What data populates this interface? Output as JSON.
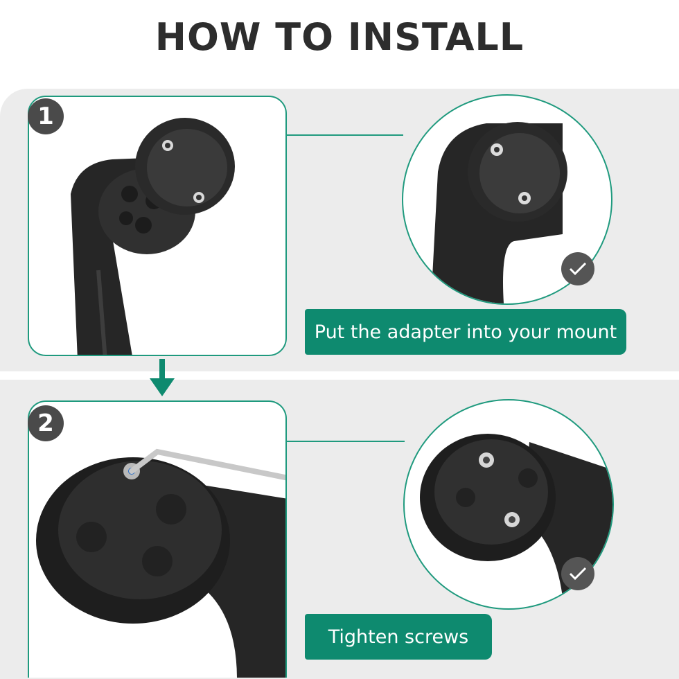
{
  "title": "HOW TO INSTALL",
  "steps": [
    {
      "number": "1",
      "caption": "Put the adapter into your mount",
      "status_icon": "check-icon"
    },
    {
      "number": "2",
      "caption": "Tighten screws",
      "status_icon": "check-icon"
    }
  ],
  "colors": {
    "accent": "#0e8a6f",
    "frame": "#1f9a7e",
    "band": "#ececec",
    "number_badge": "#4a4a4a"
  }
}
